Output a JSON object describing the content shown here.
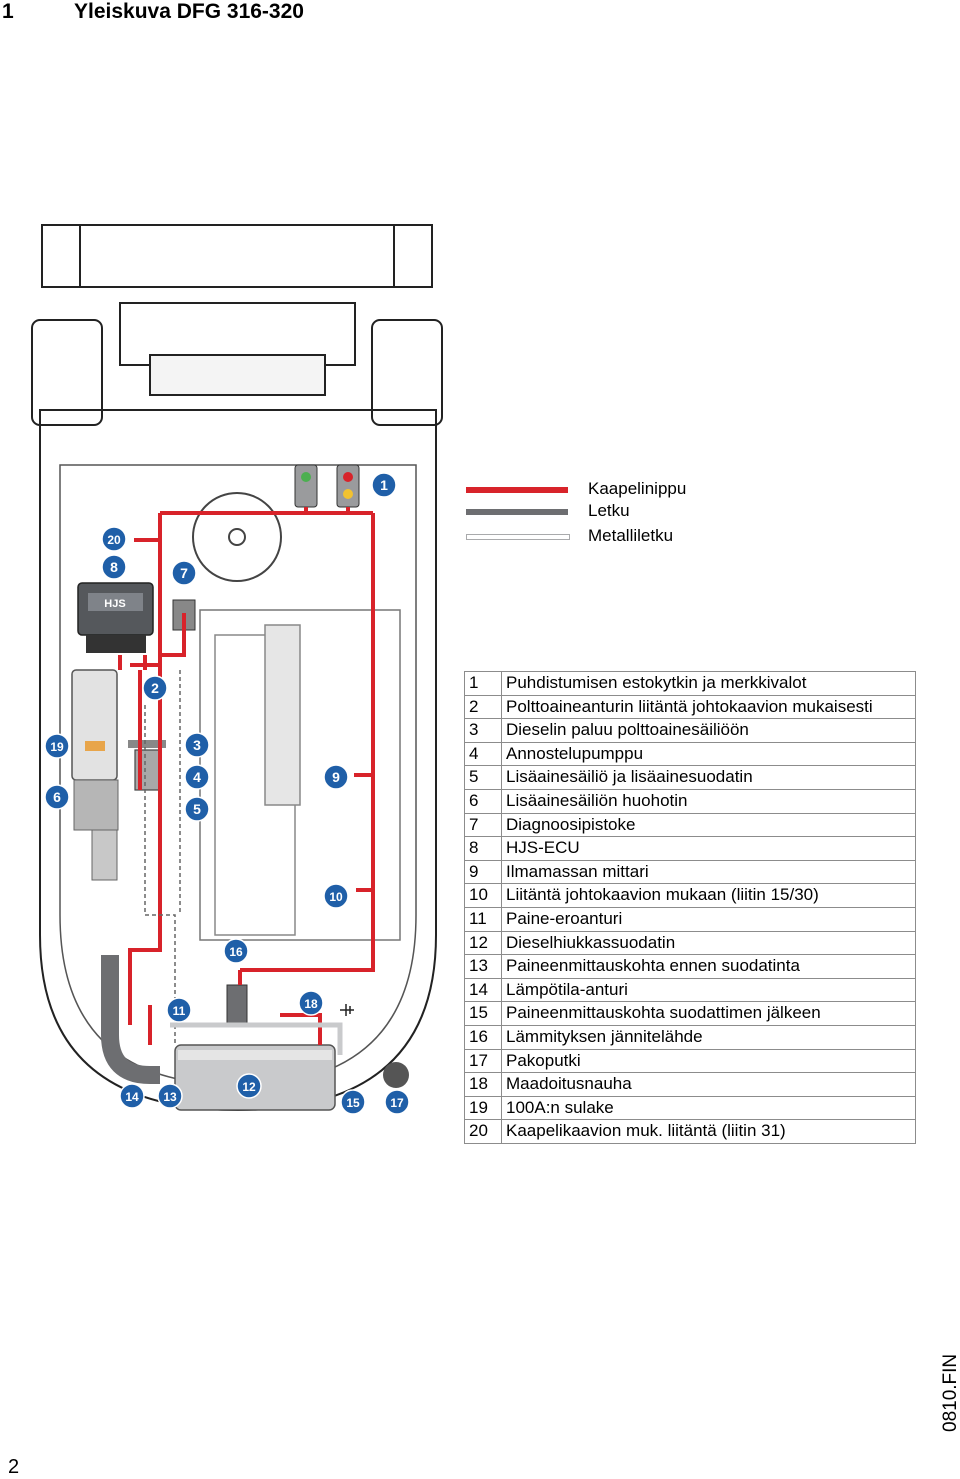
{
  "header": {
    "section": "1",
    "title": "Yleiskuva DFG 316-320"
  },
  "legend": [
    {
      "label": "Kaapelinippu",
      "color": "#d8232a"
    },
    {
      "label": "Letku",
      "color": "#6d6e71"
    },
    {
      "label": "Metalliletku",
      "color": "#c9cacc"
    }
  ],
  "parts": [
    {
      "n": "1",
      "label": "Puhdistumisen estokytkin ja merkkivalot"
    },
    {
      "n": "2",
      "label": "Polttoaineanturin liitäntä johtokaavion mukaisesti"
    },
    {
      "n": "3",
      "label": "Dieselin paluu polttoainesäiliöön"
    },
    {
      "n": "4",
      "label": "Annostelupumppu"
    },
    {
      "n": "5",
      "label": "Lisäainesäiliö ja lisäainesuodatin"
    },
    {
      "n": "6",
      "label": "Lisäainesäiliön huohotin"
    },
    {
      "n": "7",
      "label": "Diagnoosipistoke"
    },
    {
      "n": "8",
      "label": "HJS-ECU"
    },
    {
      "n": "9",
      "label": "Ilmamassan mittari"
    },
    {
      "n": "10",
      "label": "Liitäntä johtokaavion mukaan (liitin 15/30)"
    },
    {
      "n": "11",
      "label": "Paine-eroanturi"
    },
    {
      "n": "12",
      "label": "Dieselhiukkassuodatin"
    },
    {
      "n": "13",
      "label": "Paineenmittauskohta ennen suodatinta"
    },
    {
      "n": "14",
      "label": "Lämpötila-anturi"
    },
    {
      "n": "15",
      "label": "Paineenmittauskohta suodattimen jälkeen"
    },
    {
      "n": "16",
      "label": "Lämmityksen jännitelähde"
    },
    {
      "n": "17",
      "label": "Pakoputki"
    },
    {
      "n": "18",
      "label": "Maadoitusnauha"
    },
    {
      "n": "19",
      "label": "100A:n sulake"
    },
    {
      "n": "20",
      "label": "Kaapelikaavion muk. liitäntä (liitin 31)"
    }
  ],
  "diagram": {
    "ecu_logo": "HJS",
    "callout_color": "#1f5fa8",
    "callouts": [
      "1",
      "2",
      "3",
      "4",
      "5",
      "6",
      "7",
      "8",
      "9",
      "10",
      "11",
      "12",
      "13",
      "14",
      "15",
      "16",
      "17",
      "18",
      "19",
      "20"
    ]
  },
  "footer": {
    "doc_code": "0810.FIN",
    "page": "2"
  }
}
